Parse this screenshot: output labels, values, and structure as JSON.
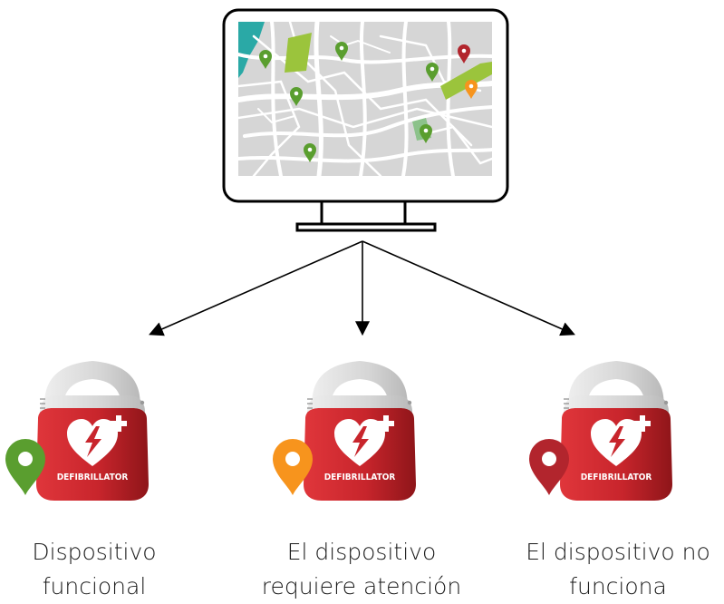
{
  "diagram": {
    "monitor": {
      "map_pins": [
        {
          "status": "ok"
        },
        {
          "status": "ok"
        },
        {
          "status": "ok"
        },
        {
          "status": "ok"
        },
        {
          "status": "ok"
        },
        {
          "status": "ok"
        },
        {
          "status": "error"
        },
        {
          "status": "attention"
        }
      ]
    },
    "devices": [
      {
        "status": "ok",
        "device_label": "DEFIBRILLATOR",
        "caption_lines": [
          "Dispositivo",
          "funcional"
        ]
      },
      {
        "status": "attention",
        "device_label": "DEFIBRILLATOR",
        "caption_lines": [
          "El dispositivo",
          "requiere atención"
        ]
      },
      {
        "status": "error",
        "device_label": "DEFIBRILLATOR",
        "caption_lines": [
          "El dispositivo no",
          "funciona"
        ]
      }
    ]
  },
  "colors": {
    "ok": "#5a9e2f",
    "attention": "#f7941d",
    "error": "#b2252d",
    "device_red": "#c8252c",
    "device_grey": "#d9d9d9",
    "map_bg": "#d6d6d6",
    "map_road": "#ffffff",
    "water": "#2aa9a6",
    "park": "#9bc43c"
  }
}
